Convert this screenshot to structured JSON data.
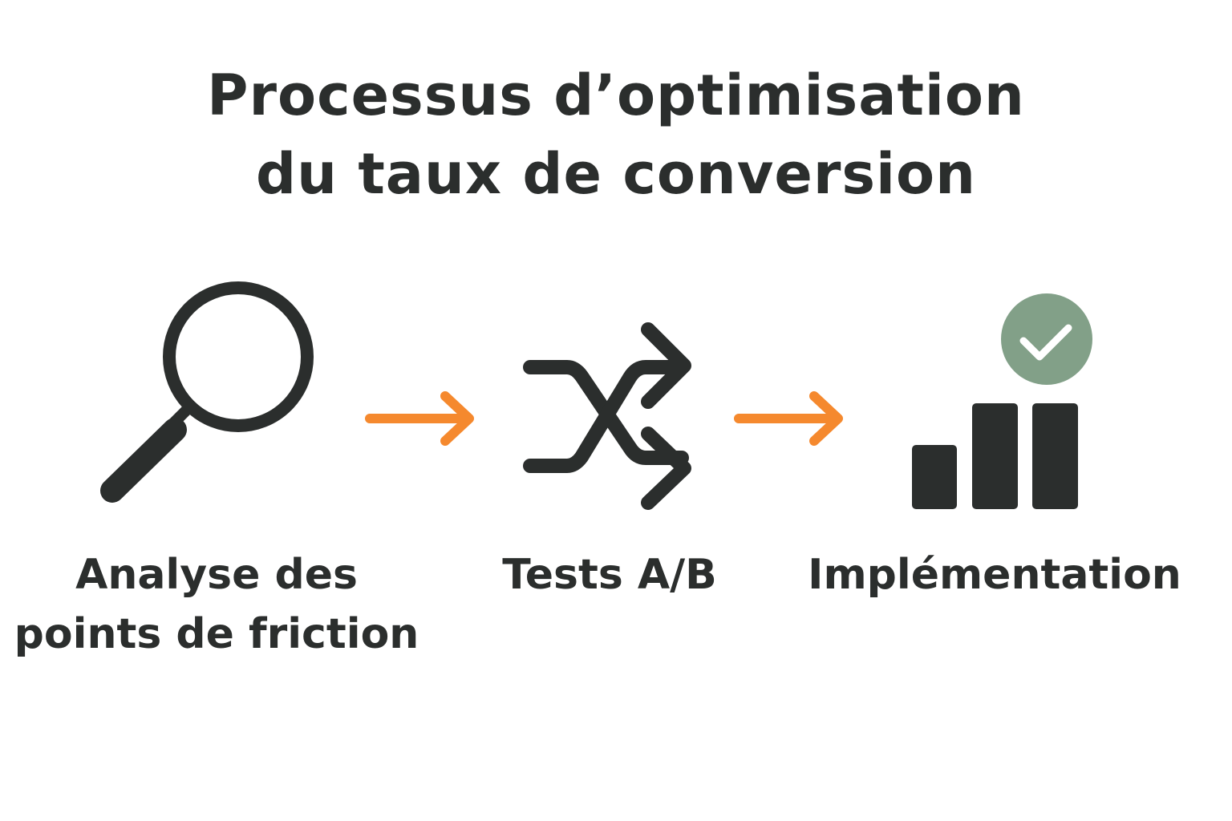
{
  "title": {
    "line1": "Processus d’optimisation",
    "line2": "du taux de conversion"
  },
  "steps": [
    {
      "label_line1": "Analyse des",
      "label_line2": "points de friction",
      "icon": "magnifier-icon"
    },
    {
      "label_line1": "Tests A/B",
      "icon": "shuffle-icon"
    },
    {
      "label_line1": "Implémentation",
      "icon": "bar-chart-check-icon"
    }
  ],
  "colors": {
    "text": "#2b2e2d",
    "arrow": "#f5892e",
    "check": "#82a088"
  }
}
